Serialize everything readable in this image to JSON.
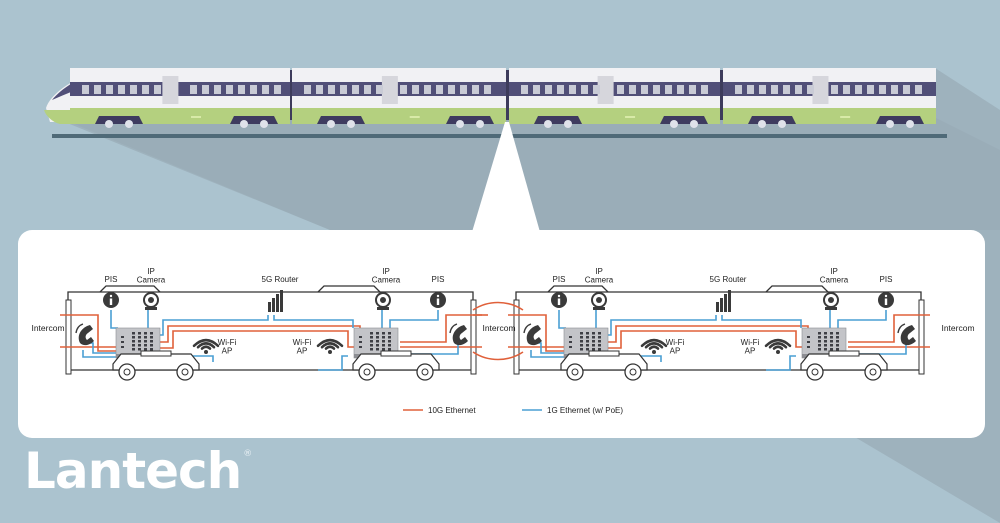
{
  "brand": {
    "name": "Lantech",
    "registered_mark": "®"
  },
  "colors": {
    "background": "#abc3cf",
    "shadow": "#97aab5",
    "train_body": "#f1f1f4",
    "train_stripe": "#514f78",
    "train_skirt": "#b4d07f",
    "line_10g": "#e0603a",
    "line_1g": "#4a9fd4",
    "icon_dark": "#3a3a3a"
  },
  "train": {
    "car_count": 4
  },
  "diagram": {
    "cars": [
      {
        "labels": {
          "pis_left": "PIS",
          "ip_camera_left": "IP\nCamera",
          "router": "5G Router",
          "ip_camera_right": "IP\nCamera",
          "pis_right": "PIS",
          "wifi_left": "Wi-Fi\nAP",
          "wifi_right": "Wi-Fi\nAP"
        }
      },
      {
        "labels": {
          "pis_left": "PIS",
          "ip_camera_left": "IP\nCamera",
          "router": "5G Router",
          "ip_camera_right": "IP\nCamera",
          "pis_right": "PIS",
          "wifi_left": "Wi-Fi\nAP",
          "wifi_right": "Wi-Fi\nAP"
        }
      }
    ],
    "intercom_labels": [
      "Intercom",
      "Intercom",
      "Intercom"
    ]
  },
  "legend": {
    "items": [
      {
        "label": "10G Ethernet",
        "color": "#e0603a"
      },
      {
        "label": "1G Ethernet (w/ PoE)",
        "color": "#4a9fd4"
      }
    ]
  }
}
